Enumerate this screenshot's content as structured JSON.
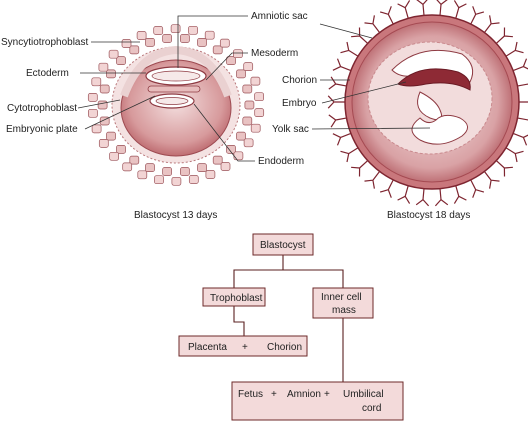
{
  "blastocyst_13": {
    "caption": "Blastocyst 13 days",
    "labels": {
      "syncytiotrophoblast": "Syncytiotrophoblast",
      "ectoderm": "Ectoderm",
      "cytotrophoblast": "Cytotrophoblast",
      "embryonic_plate": "Embryonic plate",
      "amniotic_sac": "Amniotic sac",
      "mesoderm": "Mesoderm",
      "endoderm": "Endoderm"
    }
  },
  "blastocyst_18": {
    "caption": "Blastocyst 18 days",
    "labels": {
      "chorion": "Chorion",
      "embryo": "Embryo",
      "yolk_sac": "Yolk sac"
    }
  },
  "flowchart": {
    "root": "Blastocyst",
    "trophoblast": "Trophoblast",
    "inner_cell_mass_line1": "Inner cell",
    "inner_cell_mass_line2": "mass",
    "placenta": "Placenta",
    "plus1": "+",
    "chorion": "Chorion",
    "fetus": "Fetus",
    "plus2": "+",
    "amnion": "Amnion",
    "plus3": "+",
    "umbilical_line1": "Umbilical",
    "umbilical_line2": "cord"
  },
  "colors": {
    "tissue_light": "#e9c3c3",
    "tissue_mid": "#c9797c",
    "tissue_dark": "#8e2a35",
    "box_fill": "#f3dada",
    "box_stroke": "#6e2a2a"
  }
}
